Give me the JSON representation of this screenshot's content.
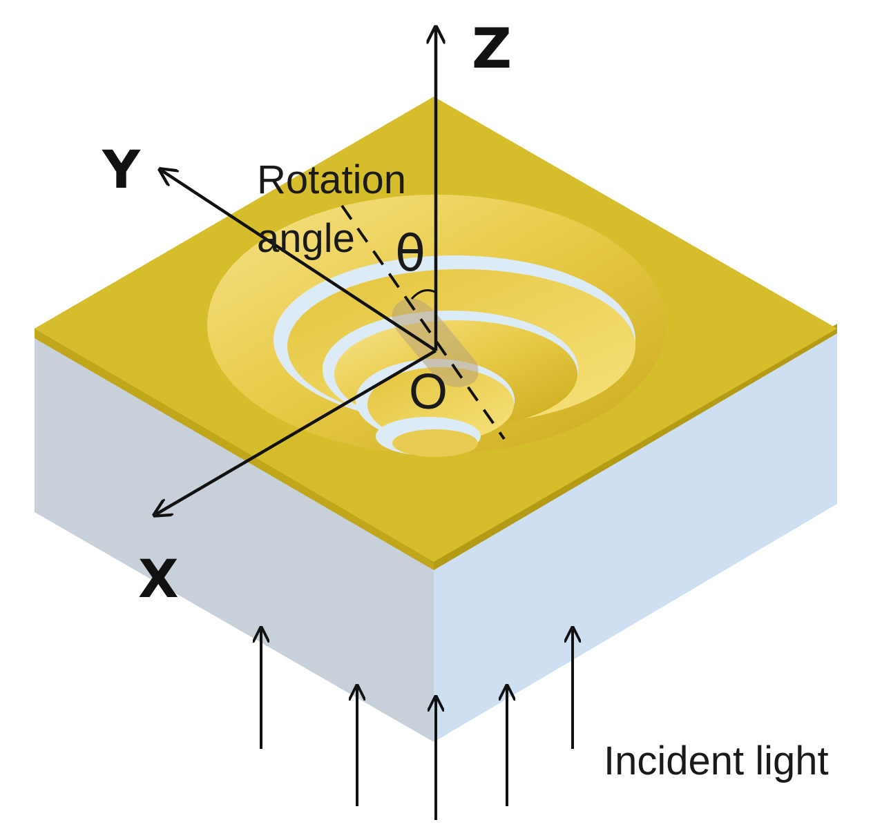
{
  "labels": {
    "axis_z": "Z",
    "axis_y": "Y",
    "axis_x": "X",
    "origin": "O",
    "angle_symbol": "θ",
    "rotation_line1": "Rotation",
    "rotation_line2": "angle",
    "incident": "Incident light"
  },
  "colors": {
    "gold_top": "#d4bc2a",
    "gold_edge": "#c1a81c",
    "substrate_left": "#c9d1db",
    "substrate_right": "#cfdff0",
    "ring_gap": "#dceaf4",
    "arrow": "#111111"
  }
}
